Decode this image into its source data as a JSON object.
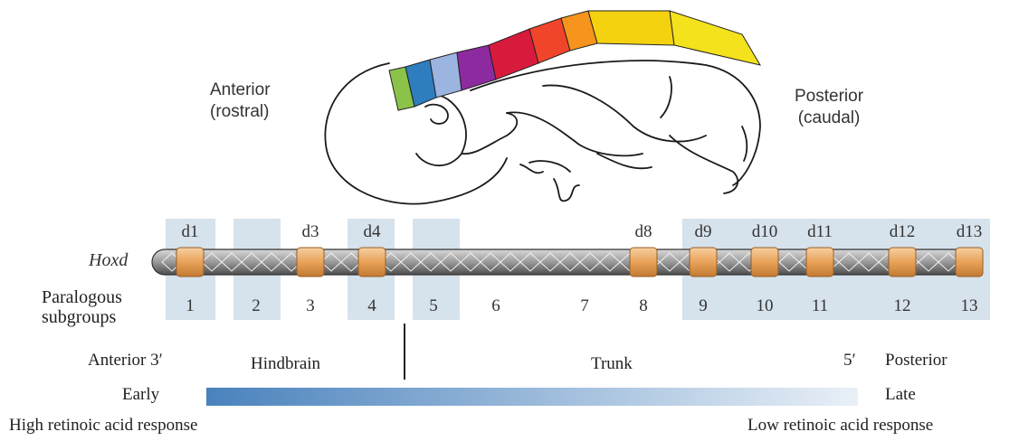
{
  "embryo": {
    "anterior_label": "Anterior",
    "anterior_sub": "(rostral)",
    "posterior_label": "Posterior",
    "posterior_sub": "(caudal)",
    "segment_colors": [
      "#8bc34a",
      "#2e7dbf",
      "#9bb4e0",
      "#8e2aa0",
      "#d81b3c",
      "#f0452a",
      "#f7941d",
      "#f5d20f",
      "#f3e21c"
    ]
  },
  "hox": {
    "gene_label": "Hoxd",
    "domain_labels": [
      "d1",
      "d3",
      "d4",
      "d8",
      "d9",
      "d10",
      "d11",
      "d12",
      "d13"
    ],
    "paralogous_label_line1": "Paralogous",
    "paralogous_label_line2": "subgroups",
    "subgroup_numbers": [
      "1",
      "2",
      "3",
      "4",
      "5",
      "6",
      "7",
      "8",
      "9",
      "10",
      "11",
      "12",
      "13"
    ],
    "gene_color": "#e8a25a",
    "band_color": "#d6e2ec"
  },
  "axis": {
    "anterior_label": "Anterior",
    "three_prime": "3′",
    "hindbrain": "Hindbrain",
    "trunk": "Trunk",
    "five_prime": "5′",
    "posterior_label": "Posterior",
    "early": "Early",
    "late": "Late",
    "gradient_start": "#4a82bd",
    "gradient_end": "#e9f0f7"
  },
  "retinoic": {
    "high": "High retinoic acid response",
    "low": "Low retinoic acid response"
  }
}
